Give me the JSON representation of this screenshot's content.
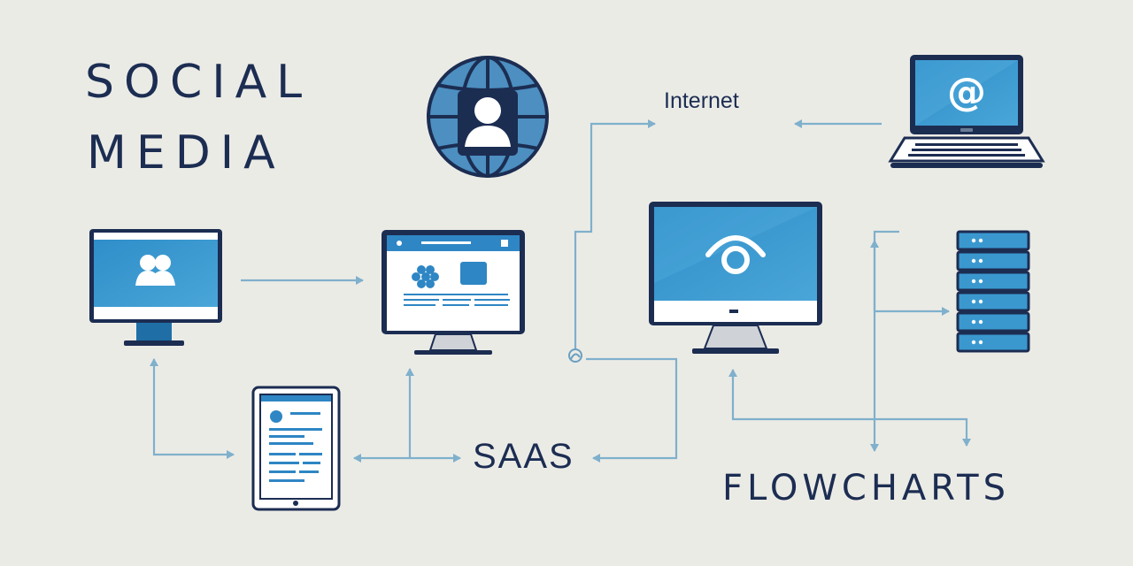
{
  "title": {
    "line1": "SOCIAL",
    "line2": "MEDIA"
  },
  "labels": {
    "internet": "Internet",
    "saas": "SAAS",
    "flowcharts": "FLOWCHARTS"
  },
  "icons": {
    "globe": "globe-user-icon",
    "laptop": "laptop-at-icon",
    "monitor_users": "monitor-users-icon",
    "monitor_web": "monitor-webpage-icon",
    "monitor_eye": "monitor-eye-icon",
    "tablet": "tablet-icon",
    "server": "server-rack-icon",
    "at_symbol": "@"
  },
  "colors": {
    "background": "#ebebe6",
    "navy": "#1c2d52",
    "blue": "#3a98cf",
    "blue_dark": "#1f6fa6",
    "connector": "#7fb0cc"
  }
}
